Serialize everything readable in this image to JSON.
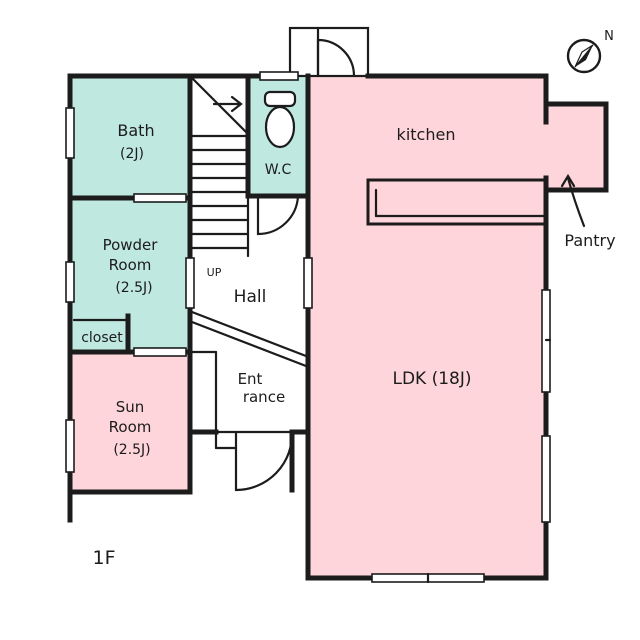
{
  "colors": {
    "wet_area": "#bfe8e0",
    "living_area": "#fdd5da",
    "wall": "#1c1c1c",
    "background": "#ffffff"
  },
  "compass": {
    "label": "N",
    "icon": "compass-icon"
  },
  "floor_label": "1F",
  "rooms": {
    "bath": {
      "name": "Bath",
      "size": "(2J)"
    },
    "wc": {
      "name": "W.C"
    },
    "powder_room": {
      "name_line1": "Powder",
      "name_line2": "Room",
      "size": "(2.5J)"
    },
    "closet": {
      "name": "closet"
    },
    "sun_room": {
      "name_line1": "Sun",
      "name_line2": "Room",
      "size": "(2.5J)"
    },
    "hall": {
      "name": "Hall"
    },
    "stairs": {
      "label": "UP"
    },
    "entrance": {
      "name_line1": "Ent",
      "name_line2": "rance"
    },
    "kitchen": {
      "name": "kitchen"
    },
    "pantry": {
      "name": "Pantry"
    },
    "ldk": {
      "name": "LDK (18J)"
    }
  }
}
